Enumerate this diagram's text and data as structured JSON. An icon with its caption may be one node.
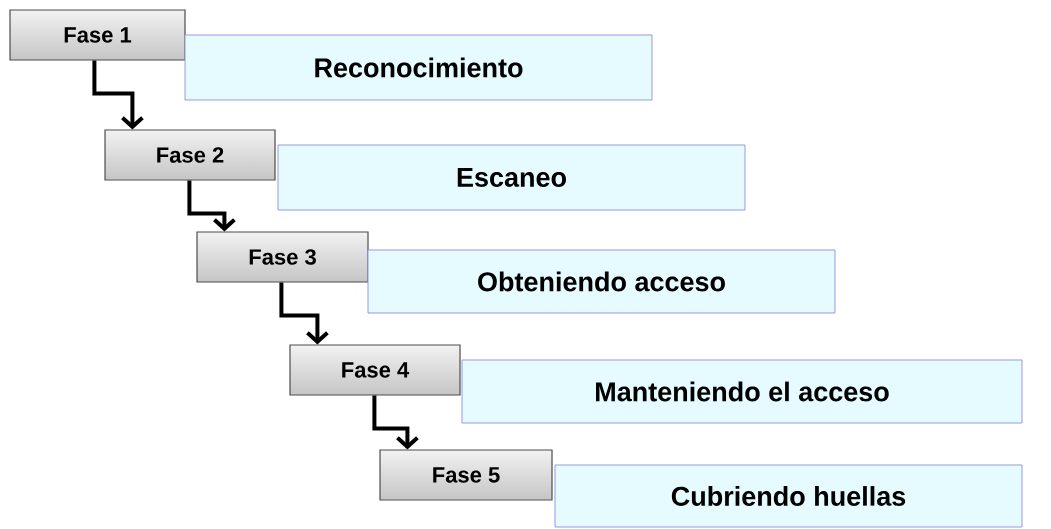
{
  "diagram": {
    "nodes": [
      {
        "text": [
          "Fase 1"
        ]
      },
      {
        "text": [
          "Reconocimiento"
        ]
      },
      {
        "text": [
          "Fase 2"
        ]
      },
      {
        "text": [
          "Escaneo"
        ]
      },
      {
        "text": [
          "Fase 3"
        ]
      },
      {
        "text": [
          "Obteniendo acceso"
        ]
      },
      {
        "text": [
          "Fase 4"
        ]
      },
      {
        "text": [
          "Manteniendo el acceso"
        ]
      },
      {
        "text": [
          "Fase 5"
        ]
      },
      {
        "text": [
          "Cubriendo huellas"
        ]
      }
    ],
    "edges": [
      {
        "from": 0,
        "to": 2,
        "arrow": "to"
      },
      {
        "from": 2,
        "to": 4,
        "arrow": "to"
      },
      {
        "from": 4,
        "to": 6,
        "arrow": "to"
      },
      {
        "from": 6,
        "to": 8,
        "arrow": "to"
      }
    ]
  }
}
